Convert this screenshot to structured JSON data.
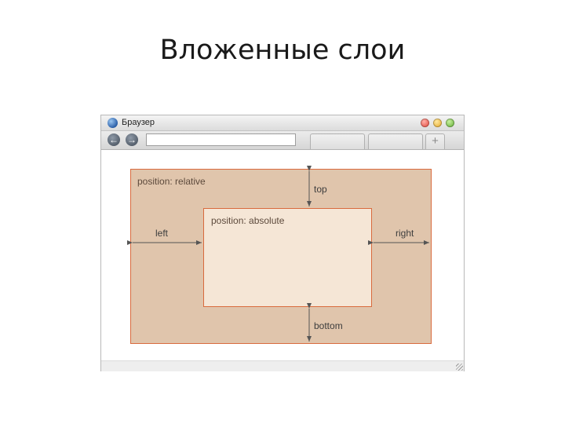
{
  "slide": {
    "title": "Вложенные слои"
  },
  "browser": {
    "window_title": "Браузер",
    "address_value": "",
    "new_tab_label": "+"
  },
  "diagram": {
    "relative_label": "position: relative",
    "absolute_label": "position: absolute",
    "top_label": "top",
    "bottom_label": "bottom",
    "left_label": "left",
    "right_label": "right"
  },
  "colors": {
    "relative_fill": "#e0c5ac",
    "absolute_fill": "#f5e6d6",
    "box_border": "#d96b3e",
    "arrow": "#555555"
  },
  "icons": [
    "globe-icon",
    "close-window-icon",
    "minimize-window-icon",
    "zoom-window-icon",
    "back-arrow-icon",
    "forward-arrow-icon",
    "resize-grip-icon"
  ]
}
